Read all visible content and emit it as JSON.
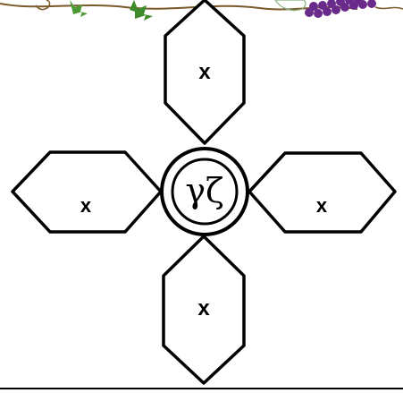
{
  "diagram": {
    "center": {
      "text": "γζ"
    },
    "arms": {
      "top": {
        "label": "x"
      },
      "left": {
        "label": "x"
      },
      "right": {
        "label": "x"
      },
      "bottom": {
        "label": "x"
      }
    }
  },
  "decor": {
    "banner": {
      "icon": "grapevine-icon",
      "leaf_color": "#4e9a32",
      "grape_color": "#6a2a8c",
      "vine_color": "#7a5a2a"
    }
  }
}
